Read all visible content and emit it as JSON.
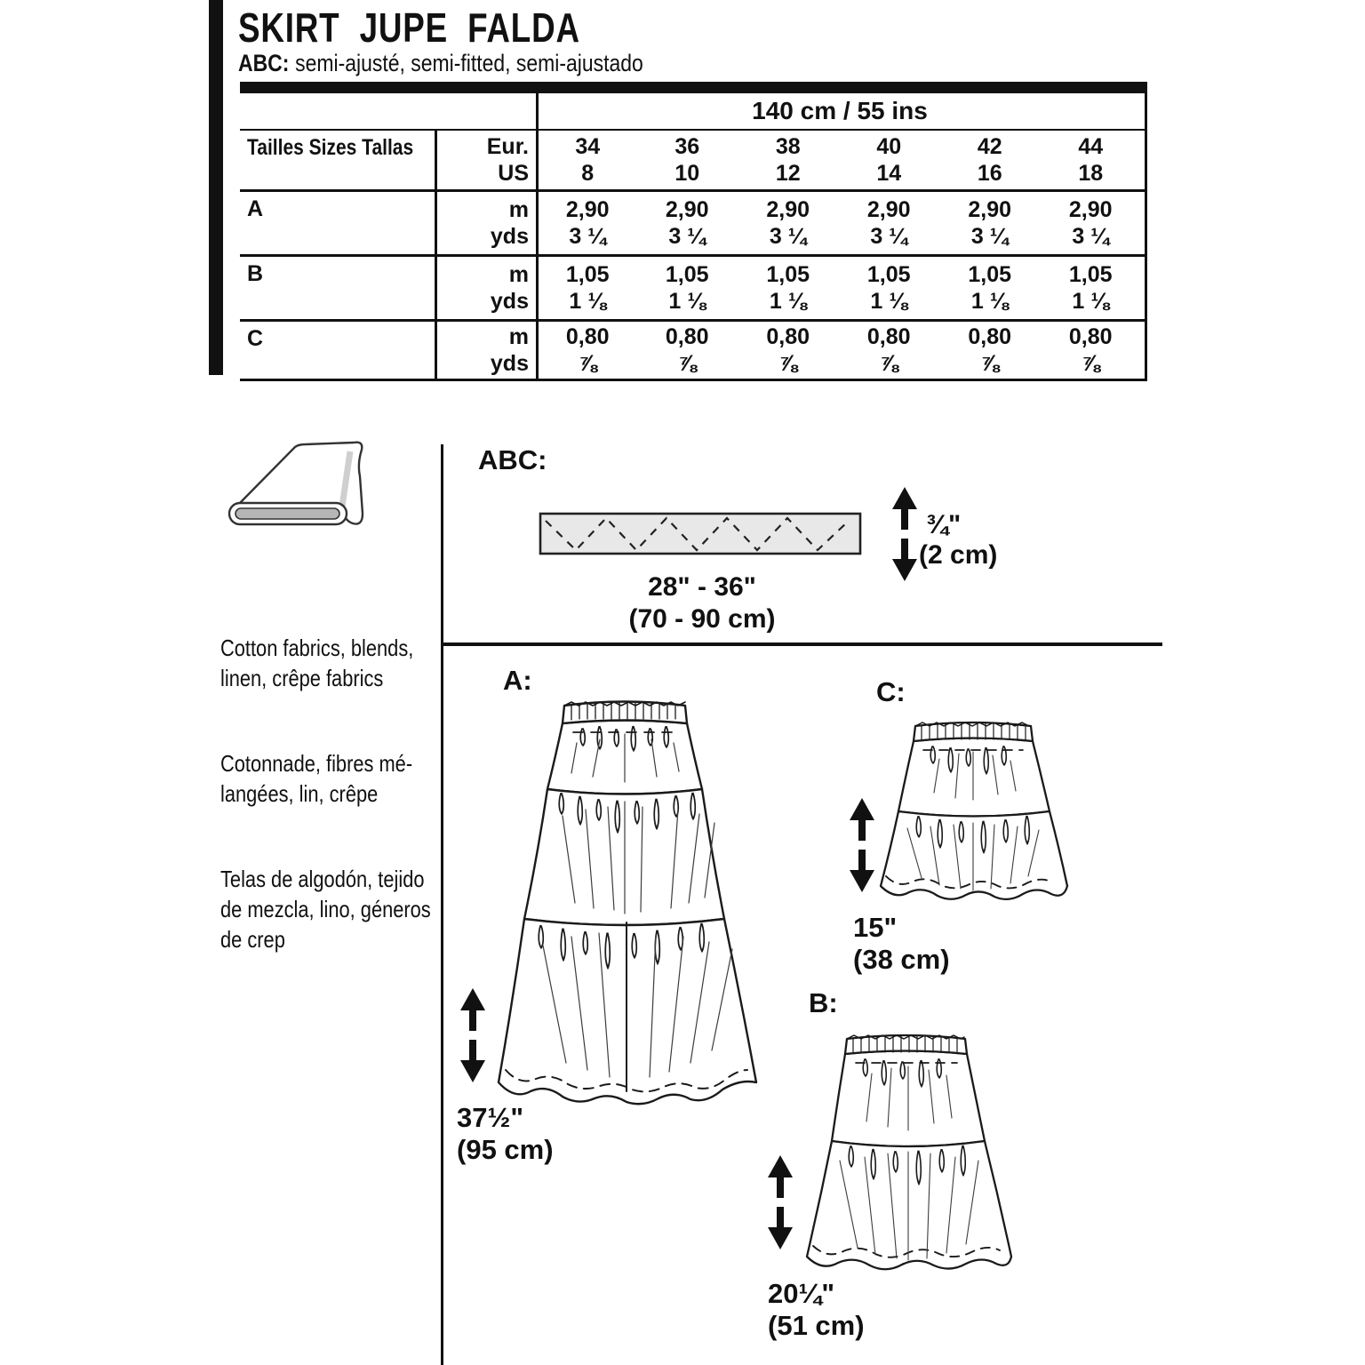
{
  "header": {
    "title": "SKIRT JUPE FALDA",
    "fit_label": "ABC:",
    "fit_text": "semi-ajusté, semi-fitted, semi-ajustado"
  },
  "table": {
    "fabric_width_header": "140 cm / 55 ins",
    "sizes_label": "Tailles Sizes Tallas",
    "eur_label": "Eur.",
    "us_label": "US",
    "sizes_eur": [
      "34",
      "36",
      "38",
      "40",
      "42",
      "44"
    ],
    "sizes_us": [
      "8",
      "10",
      "12",
      "14",
      "16",
      "18"
    ],
    "views": [
      {
        "name": "A",
        "m_label": "m",
        "yds_label": "yds",
        "m": [
          "2,90",
          "2,90",
          "2,90",
          "2,90",
          "2,90",
          "2,90"
        ],
        "yds": [
          "3 ¼",
          "3 ¼",
          "3 ¼",
          "3 ¼",
          "3 ¼",
          "3 ¼"
        ]
      },
      {
        "name": "B",
        "m_label": "m",
        "yds_label": "yds",
        "m": [
          "1,05",
          "1,05",
          "1,05",
          "1,05",
          "1,05",
          "1,05"
        ],
        "yds": [
          "1 ⅛",
          "1 ⅛",
          "1 ⅛",
          "1 ⅛",
          "1 ⅛",
          "1 ⅛"
        ]
      },
      {
        "name": "C",
        "m_label": "m",
        "yds_label": "yds",
        "m": [
          "0,80",
          "0,80",
          "0,80",
          "0,80",
          "0,80",
          "0,80"
        ],
        "yds": [
          "⅞",
          "⅞",
          "⅞",
          "⅞",
          "⅞",
          "⅞"
        ]
      }
    ]
  },
  "materials": {
    "en": "Cotton fabrics, blends,\nlinen, crêpe fabrics",
    "fr": "Cotonnade, fibres mé-\nlangées, lin, crêpe",
    "es": "Telas de algodón, tejido\nde mezcla, lino, géneros\nde crep"
  },
  "elastic": {
    "label": "ABC:",
    "width_in": "28\" - 36\"",
    "width_cm": "(70 - 90 cm)",
    "height_in": "¾\"",
    "height_cm": "(2 cm)"
  },
  "views": {
    "a": {
      "label": "A:",
      "length_in": "37½\"",
      "length_cm": "(95 cm)"
    },
    "c": {
      "label": "C:",
      "length_in": "15\"",
      "length_cm": "(38 cm)"
    },
    "b": {
      "label": "B:",
      "length_in": "20¼\"",
      "length_cm": "(51 cm)"
    }
  }
}
